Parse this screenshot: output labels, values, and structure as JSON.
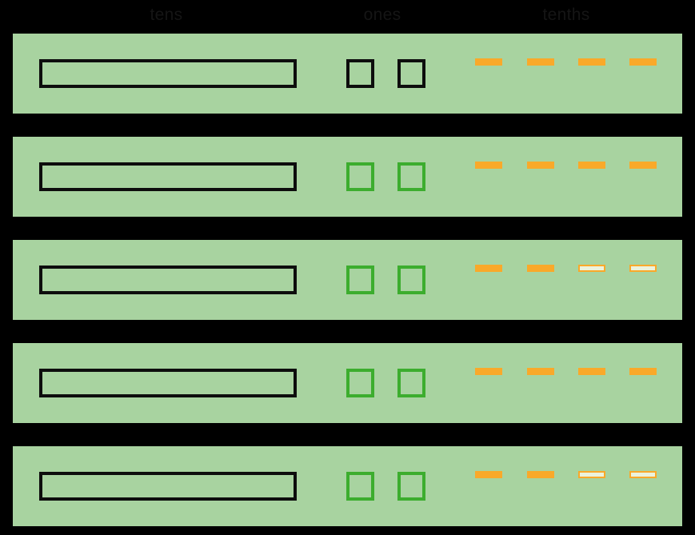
{
  "header": {
    "columns": [
      {
        "id": "tens",
        "label": "tens"
      },
      {
        "id": "ones",
        "label": "ones"
      },
      {
        "id": "tenths",
        "label": "tenths"
      }
    ]
  },
  "rows": [
    {
      "tens_blocks": 1,
      "tens_style": "black",
      "ones_blocks": 2,
      "ones_style": "black",
      "tenths_marks": [
        "solid",
        "solid",
        "solid",
        "solid"
      ]
    },
    {
      "tens_blocks": 1,
      "tens_style": "black",
      "ones_blocks": 2,
      "ones_style": "green",
      "tenths_marks": [
        "solid",
        "solid",
        "solid",
        "solid"
      ]
    },
    {
      "tens_blocks": 1,
      "tens_style": "black",
      "ones_blocks": 2,
      "ones_style": "green",
      "tenths_marks": [
        "solid",
        "solid",
        "outline",
        "outline"
      ]
    },
    {
      "tens_blocks": 1,
      "tens_style": "black",
      "ones_blocks": 2,
      "ones_style": "green",
      "tenths_marks": [
        "solid",
        "solid",
        "solid",
        "solid"
      ]
    },
    {
      "tens_blocks": 1,
      "tens_style": "black",
      "ones_blocks": 2,
      "ones_style": "green",
      "tenths_marks": [
        "solid",
        "solid",
        "outline",
        "outline"
      ]
    }
  ],
  "colors": {
    "background": "#000000",
    "row_background": "#a8d3a0",
    "block_outline_black": "#0d0d0d",
    "block_outline_green": "#3cad2e",
    "dash_orange": "#f9a92a",
    "dash_outline_fill": "#ecf2dc",
    "header_text": "#151515"
  }
}
